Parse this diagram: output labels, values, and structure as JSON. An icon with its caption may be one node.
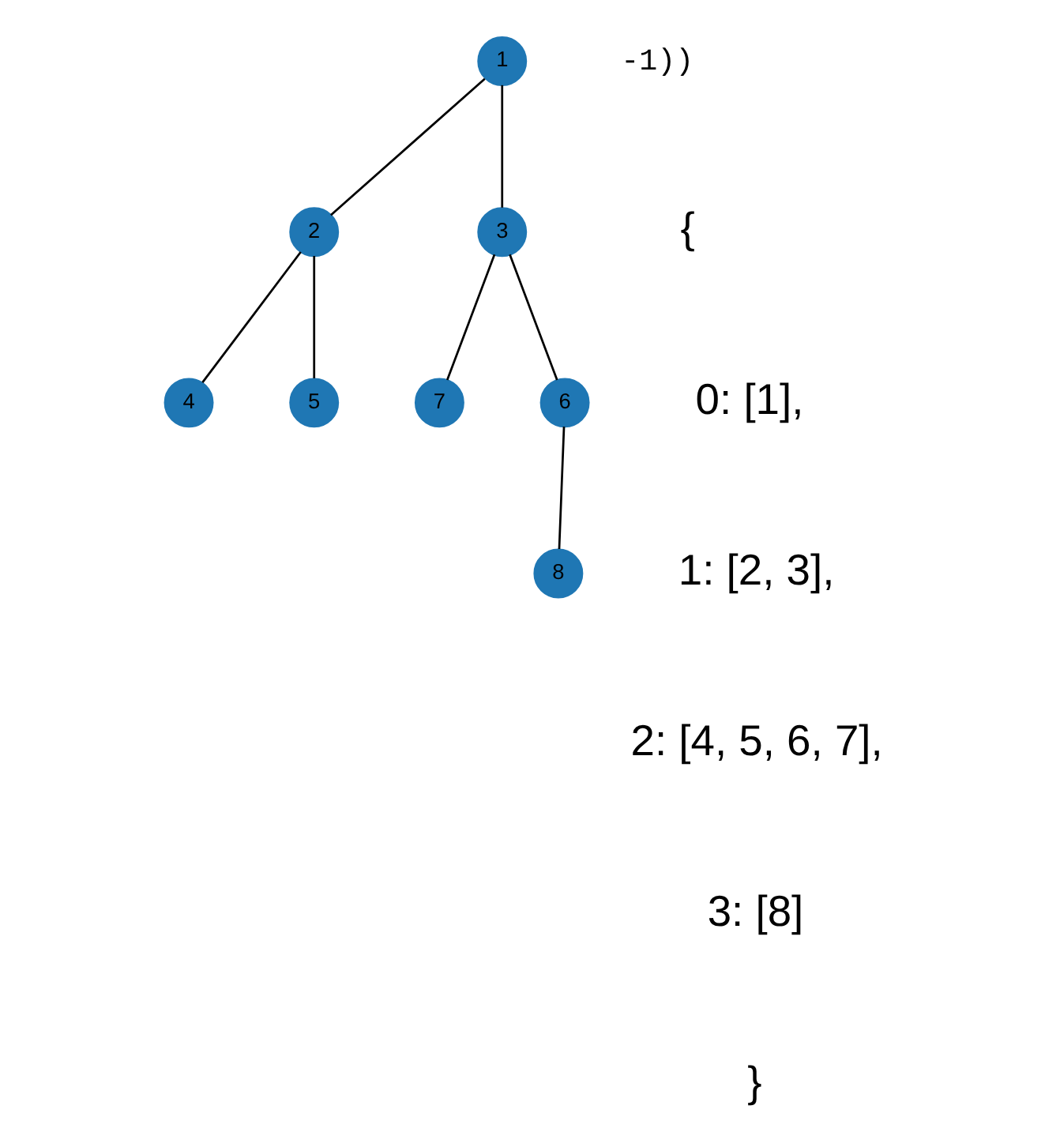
{
  "diagram": {
    "nodes": [
      {
        "text": [
          "4"
        ]
      },
      {
        "text": [
          "5"
        ]
      },
      {
        "text": [
          "2"
        ]
      },
      {
        "text": [
          "1"
        ]
      },
      {
        "text": [
          "7"
        ]
      },
      {
        "text": [
          "3"
        ]
      },
      {
        "text": [
          "6"
        ]
      },
      {
        "text": [
          "8"
        ]
      }
    ],
    "edges": [
      {
        "from": 3,
        "to": 2,
        "arrow": "none"
      },
      {
        "from": 3,
        "to": 5,
        "arrow": "none"
      },
      {
        "from": 2,
        "to": 0,
        "arrow": "none"
      },
      {
        "from": 2,
        "to": 1,
        "arrow": "none"
      },
      {
        "from": 5,
        "to": 4,
        "arrow": "none"
      },
      {
        "from": 5,
        "to": 6,
        "arrow": "none"
      },
      {
        "from": 6,
        "to": 7,
        "arrow": "none"
      }
    ],
    "labels": [
      "{",
      "0: [1],",
      "1: [2, 3],",
      "2: [4, 5, 6, 7],",
      "3: [8]",
      "}",
      "-1))"
    ]
  }
}
